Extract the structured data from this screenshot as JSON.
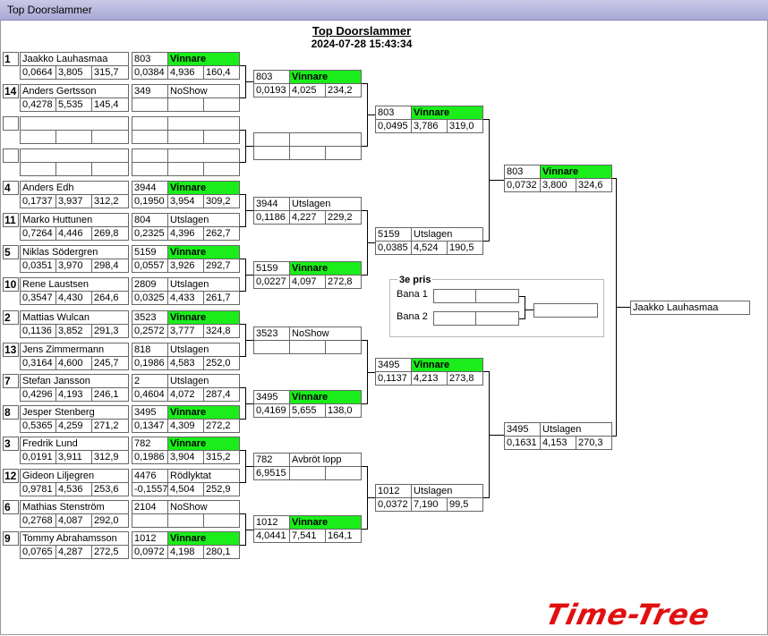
{
  "window": {
    "title": "Top Doorslammer"
  },
  "header": {
    "title": "Top Doorslammer",
    "date": "2024-07-28 15:43:34"
  },
  "round1": [
    {
      "seed": "1",
      "name": "Jaakko Lauhasmaa",
      "r1": "0,0664",
      "r2": "3,805",
      "r3": "315,7",
      "num": "803",
      "res": "Vinnare",
      "win": true,
      "s1": "0,0384",
      "s2": "4,936",
      "s3": "160,4"
    },
    {
      "seed": "14",
      "name": "Anders Gertsson",
      "r1": "0,4278",
      "r2": "5,535",
      "r3": "145,4",
      "num": "349",
      "res": "NoShow",
      "win": false,
      "s1": "",
      "s2": "",
      "s3": ""
    },
    {
      "seed": "",
      "name": "",
      "r1": "",
      "r2": "",
      "r3": "",
      "num": "",
      "res": "",
      "win": false,
      "s1": "",
      "s2": "",
      "s3": ""
    },
    {
      "seed": "",
      "name": "",
      "r1": "",
      "r2": "",
      "r3": "",
      "num": "",
      "res": "",
      "win": false,
      "s1": "",
      "s2": "",
      "s3": ""
    },
    {
      "seed": "4",
      "name": "Anders Edh",
      "r1": "0,1737",
      "r2": "3,937",
      "r3": "312,2",
      "num": "3944",
      "res": "Vinnare",
      "win": true,
      "s1": "0,1950",
      "s2": "3,954",
      "s3": "309,2"
    },
    {
      "seed": "11",
      "name": "Marko Huttunen",
      "r1": "0,7264",
      "r2": "4,446",
      "r3": "269,8",
      "num": "804",
      "res": "Utslagen",
      "win": false,
      "s1": "0,2325",
      "s2": "4,396",
      "s3": "262,7"
    },
    {
      "seed": "5",
      "name": "Niklas Södergren",
      "r1": "0,0351",
      "r2": "3,970",
      "r3": "298,4",
      "num": "5159",
      "res": "Vinnare",
      "win": true,
      "s1": "0,0557",
      "s2": "3,926",
      "s3": "292,7"
    },
    {
      "seed": "10",
      "name": "Rene Laustsen",
      "r1": "0,3547",
      "r2": "4,430",
      "r3": "264,6",
      "num": "2809",
      "res": "Utslagen",
      "win": false,
      "s1": "0,0325",
      "s2": "4,433",
      "s3": "261,7"
    },
    {
      "seed": "2",
      "name": "Mattias Wulcan",
      "r1": "0,1136",
      "r2": "3,852",
      "r3": "291,3",
      "num": "3523",
      "res": "Vinnare",
      "win": true,
      "s1": "0,2572",
      "s2": "3,777",
      "s3": "324,8"
    },
    {
      "seed": "13",
      "name": "Jens Zimmermann",
      "r1": "0,3164",
      "r2": "4,600",
      "r3": "245,7",
      "num": "818",
      "res": "Utslagen",
      "win": false,
      "s1": "0,1986",
      "s2": "4,583",
      "s3": "252,0"
    },
    {
      "seed": "7",
      "name": "Stefan Jansson",
      "r1": "0,4296",
      "r2": "4,193",
      "r3": "246,1",
      "num": "2",
      "res": "Utslagen",
      "win": false,
      "s1": "0,4604",
      "s2": "4,072",
      "s3": "287,4"
    },
    {
      "seed": "8",
      "name": "Jesper Stenberg",
      "r1": "0,5365",
      "r2": "4,259",
      "r3": "271,2",
      "num": "3495",
      "res": "Vinnare",
      "win": true,
      "s1": "0,1347",
      "s2": "4,309",
      "s3": "272,2"
    },
    {
      "seed": "3",
      "name": "Fredrik Lund",
      "r1": "0,0191",
      "r2": "3,911",
      "r3": "312,9",
      "num": "782",
      "res": "Vinnare",
      "win": true,
      "s1": "0,1986",
      "s2": "3,904",
      "s3": "315,2"
    },
    {
      "seed": "12",
      "name": "Gideon Liljegren",
      "r1": "0,9781",
      "r2": "4,536",
      "r3": "253,6",
      "num": "4476",
      "res": "Rödlyktat",
      "win": false,
      "s1": "-0,1557",
      "s2": "4,504",
      "s3": "252,9"
    },
    {
      "seed": "6",
      "name": "Mathias Stenström",
      "r1": "0,2768",
      "r2": "4,087",
      "r3": "292,0",
      "num": "2104",
      "res": "NoShow",
      "win": false,
      "s1": "",
      "s2": "",
      "s3": ""
    },
    {
      "seed": "9",
      "name": "Tommy Abrahamsson",
      "r1": "0,0765",
      "r2": "4,287",
      "r3": "272,5",
      "num": "1012",
      "res": "Vinnare",
      "win": true,
      "s1": "0,0972",
      "s2": "4,198",
      "s3": "280,1"
    }
  ],
  "round2": [
    {
      "num": "803",
      "res": "Vinnare",
      "win": true,
      "s1": "0,0193",
      "s2": "4,025",
      "s3": "234,2"
    },
    {
      "num": "",
      "res": "",
      "win": false,
      "s1": "",
      "s2": "",
      "s3": ""
    },
    {
      "num": "3944",
      "res": "Utslagen",
      "win": false,
      "s1": "0,1186",
      "s2": "4,227",
      "s3": "229,2"
    },
    {
      "num": "5159",
      "res": "Vinnare",
      "win": true,
      "s1": "0,0227",
      "s2": "4,097",
      "s3": "272,8"
    },
    {
      "num": "3523",
      "res": "NoShow",
      "win": false,
      "s1": "",
      "s2": "",
      "s3": ""
    },
    {
      "num": "3495",
      "res": "Vinnare",
      "win": true,
      "s1": "0,4169",
      "s2": "5,655",
      "s3": "138,0"
    },
    {
      "num": "782",
      "res": "Avbröt lopp",
      "win": false,
      "s1": "6,9515",
      "s2": "",
      "s3": ""
    },
    {
      "num": "1012",
      "res": "Vinnare",
      "win": true,
      "s1": "4,0441",
      "s2": "7,541",
      "s3": "164,1"
    }
  ],
  "round3": [
    {
      "num": "803",
      "res": "Vinnare",
      "win": true,
      "s1": "0,0495",
      "s2": "3,786",
      "s3": "319,0"
    },
    {
      "num": "5159",
      "res": "Utslagen",
      "win": false,
      "s1": "0,0385",
      "s2": "4,524",
      "s3": "190,5"
    },
    {
      "num": "3495",
      "res": "Vinnare",
      "win": true,
      "s1": "0,1137",
      "s2": "4,213",
      "s3": "273,8"
    },
    {
      "num": "1012",
      "res": "Utslagen",
      "win": false,
      "s1": "0,0372",
      "s2": "7,190",
      "s3": "99,5"
    }
  ],
  "round4": [
    {
      "num": "803",
      "res": "Vinnare",
      "win": true,
      "s1": "0,0732",
      "s2": "3,800",
      "s3": "324,6"
    },
    {
      "num": "3495",
      "res": "Utslagen",
      "win": false,
      "s1": "0,1631",
      "s2": "4,153",
      "s3": "270,3"
    }
  ],
  "champion": "Jaakko Lauhasmaa",
  "bronze": {
    "title": "3e pris",
    "lane1": "Bana 1",
    "lane2": "Bana 2"
  },
  "logo": "Time-Tree",
  "colors": {
    "winner": "#1aed1a",
    "logo": "#e01010",
    "titlebar": "#b6b6de"
  }
}
